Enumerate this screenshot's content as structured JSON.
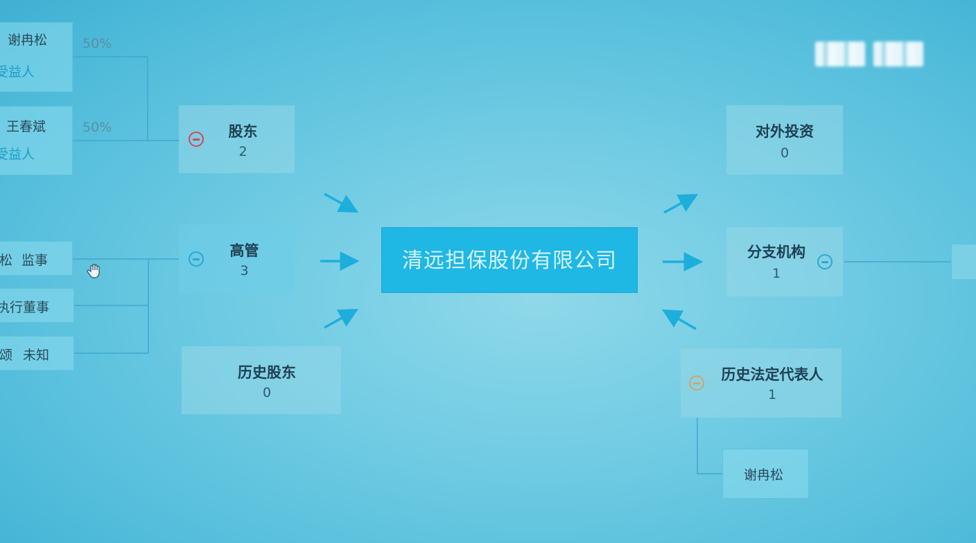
{
  "company": {
    "name": "清远担保股份有限公司"
  },
  "shareholders": {
    "people": [
      {
        "name": "谢冉松",
        "role": "受益人",
        "percent": "50%"
      },
      {
        "name": "王春斌",
        "role": "受益人",
        "percent": "50%"
      }
    ]
  },
  "executives": {
    "items": [
      {
        "name": "松",
        "role": "监事"
      },
      {
        "name": "",
        "role": "执行董事"
      },
      {
        "name": "颂",
        "role": "未知"
      }
    ]
  },
  "nodes": {
    "shareholder": {
      "title": "股东",
      "count": "2"
    },
    "executive": {
      "title": "高管",
      "count": "3"
    },
    "history_shareholder": {
      "title": "历史股东",
      "count": "0"
    },
    "investment": {
      "title": "对外投资",
      "count": "0"
    },
    "branch": {
      "title": "分支机构",
      "count": "1"
    },
    "history_legal_rep": {
      "title": "历史法定代表人",
      "count": "1"
    }
  },
  "history_legal_rep_person": {
    "name": "谢冉松"
  },
  "branch_child": {
    "label": ""
  },
  "colors": {
    "background": "#6fcbe3",
    "company_box": "#1fb7e4",
    "accent": "#2aa8d3",
    "collapse_red": "#d4485a",
    "collapse_orange": "#d4a368"
  },
  "icons": {
    "cursor": "hand-cursor-icon",
    "collapse": "minus-circle-icon",
    "arrow": "arrow-icon"
  }
}
